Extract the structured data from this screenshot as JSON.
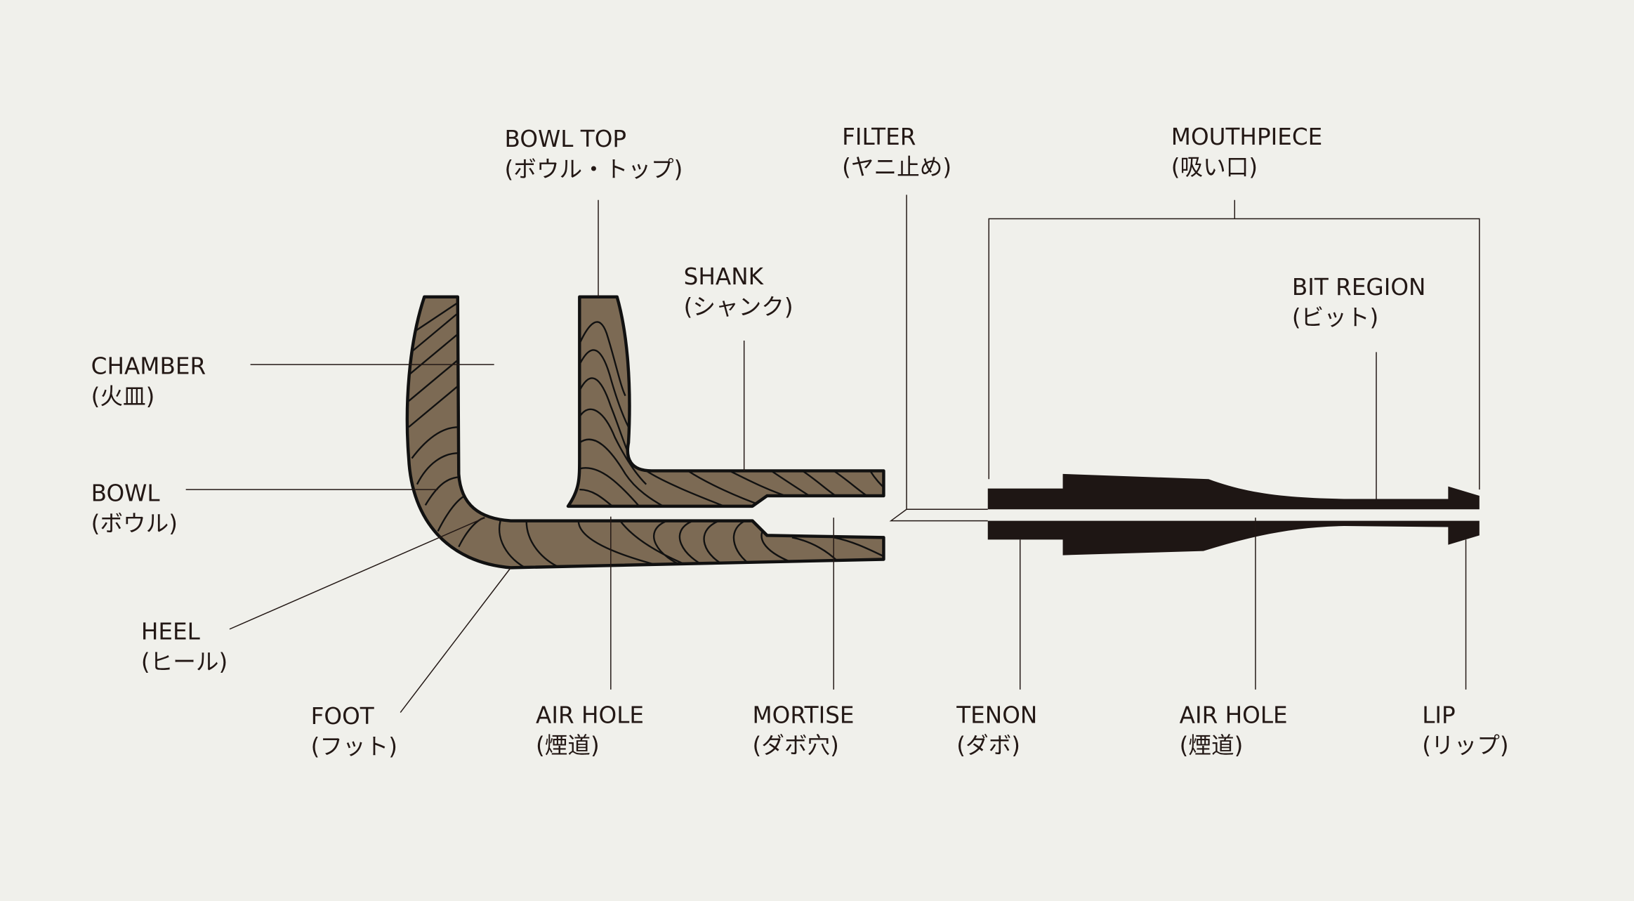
{
  "title": "Pipe anatomy cross-section",
  "colors": {
    "background": "#f0f0eb",
    "wood": "#7c6a54",
    "ink": "#231815",
    "mouthpiece": "#1e1614"
  },
  "labels": {
    "bowl_top": {
      "en": "BOWL TOP",
      "ja": "(ボウル・トップ)"
    },
    "filter": {
      "en": "FILTER",
      "ja": "(ヤニ止め)"
    },
    "mouthpiece": {
      "en": "MOUTHPIECE",
      "ja": "(吸い口)"
    },
    "shank": {
      "en": "SHANK",
      "ja": "(シャンク)"
    },
    "bit_region": {
      "en": "BIT REGION",
      "ja": "(ビット)"
    },
    "chamber": {
      "en": "CHAMBER",
      "ja": "(火皿)"
    },
    "bowl": {
      "en": "BOWL",
      "ja": "(ボウル)"
    },
    "heel": {
      "en": "HEEL",
      "ja": "(ヒール)"
    },
    "foot": {
      "en": "FOOT",
      "ja": "(フット)"
    },
    "air_hole_stummel": {
      "en": "AIR HOLE",
      "ja": "(煙道)"
    },
    "mortise": {
      "en": "MORTISE",
      "ja": "(ダボ穴)"
    },
    "tenon": {
      "en": "TENON",
      "ja": "(ダボ)"
    },
    "air_hole_stem": {
      "en": "AIR HOLE",
      "ja": "(煙道)"
    },
    "lip": {
      "en": "LIP",
      "ja": "(リップ)"
    }
  }
}
